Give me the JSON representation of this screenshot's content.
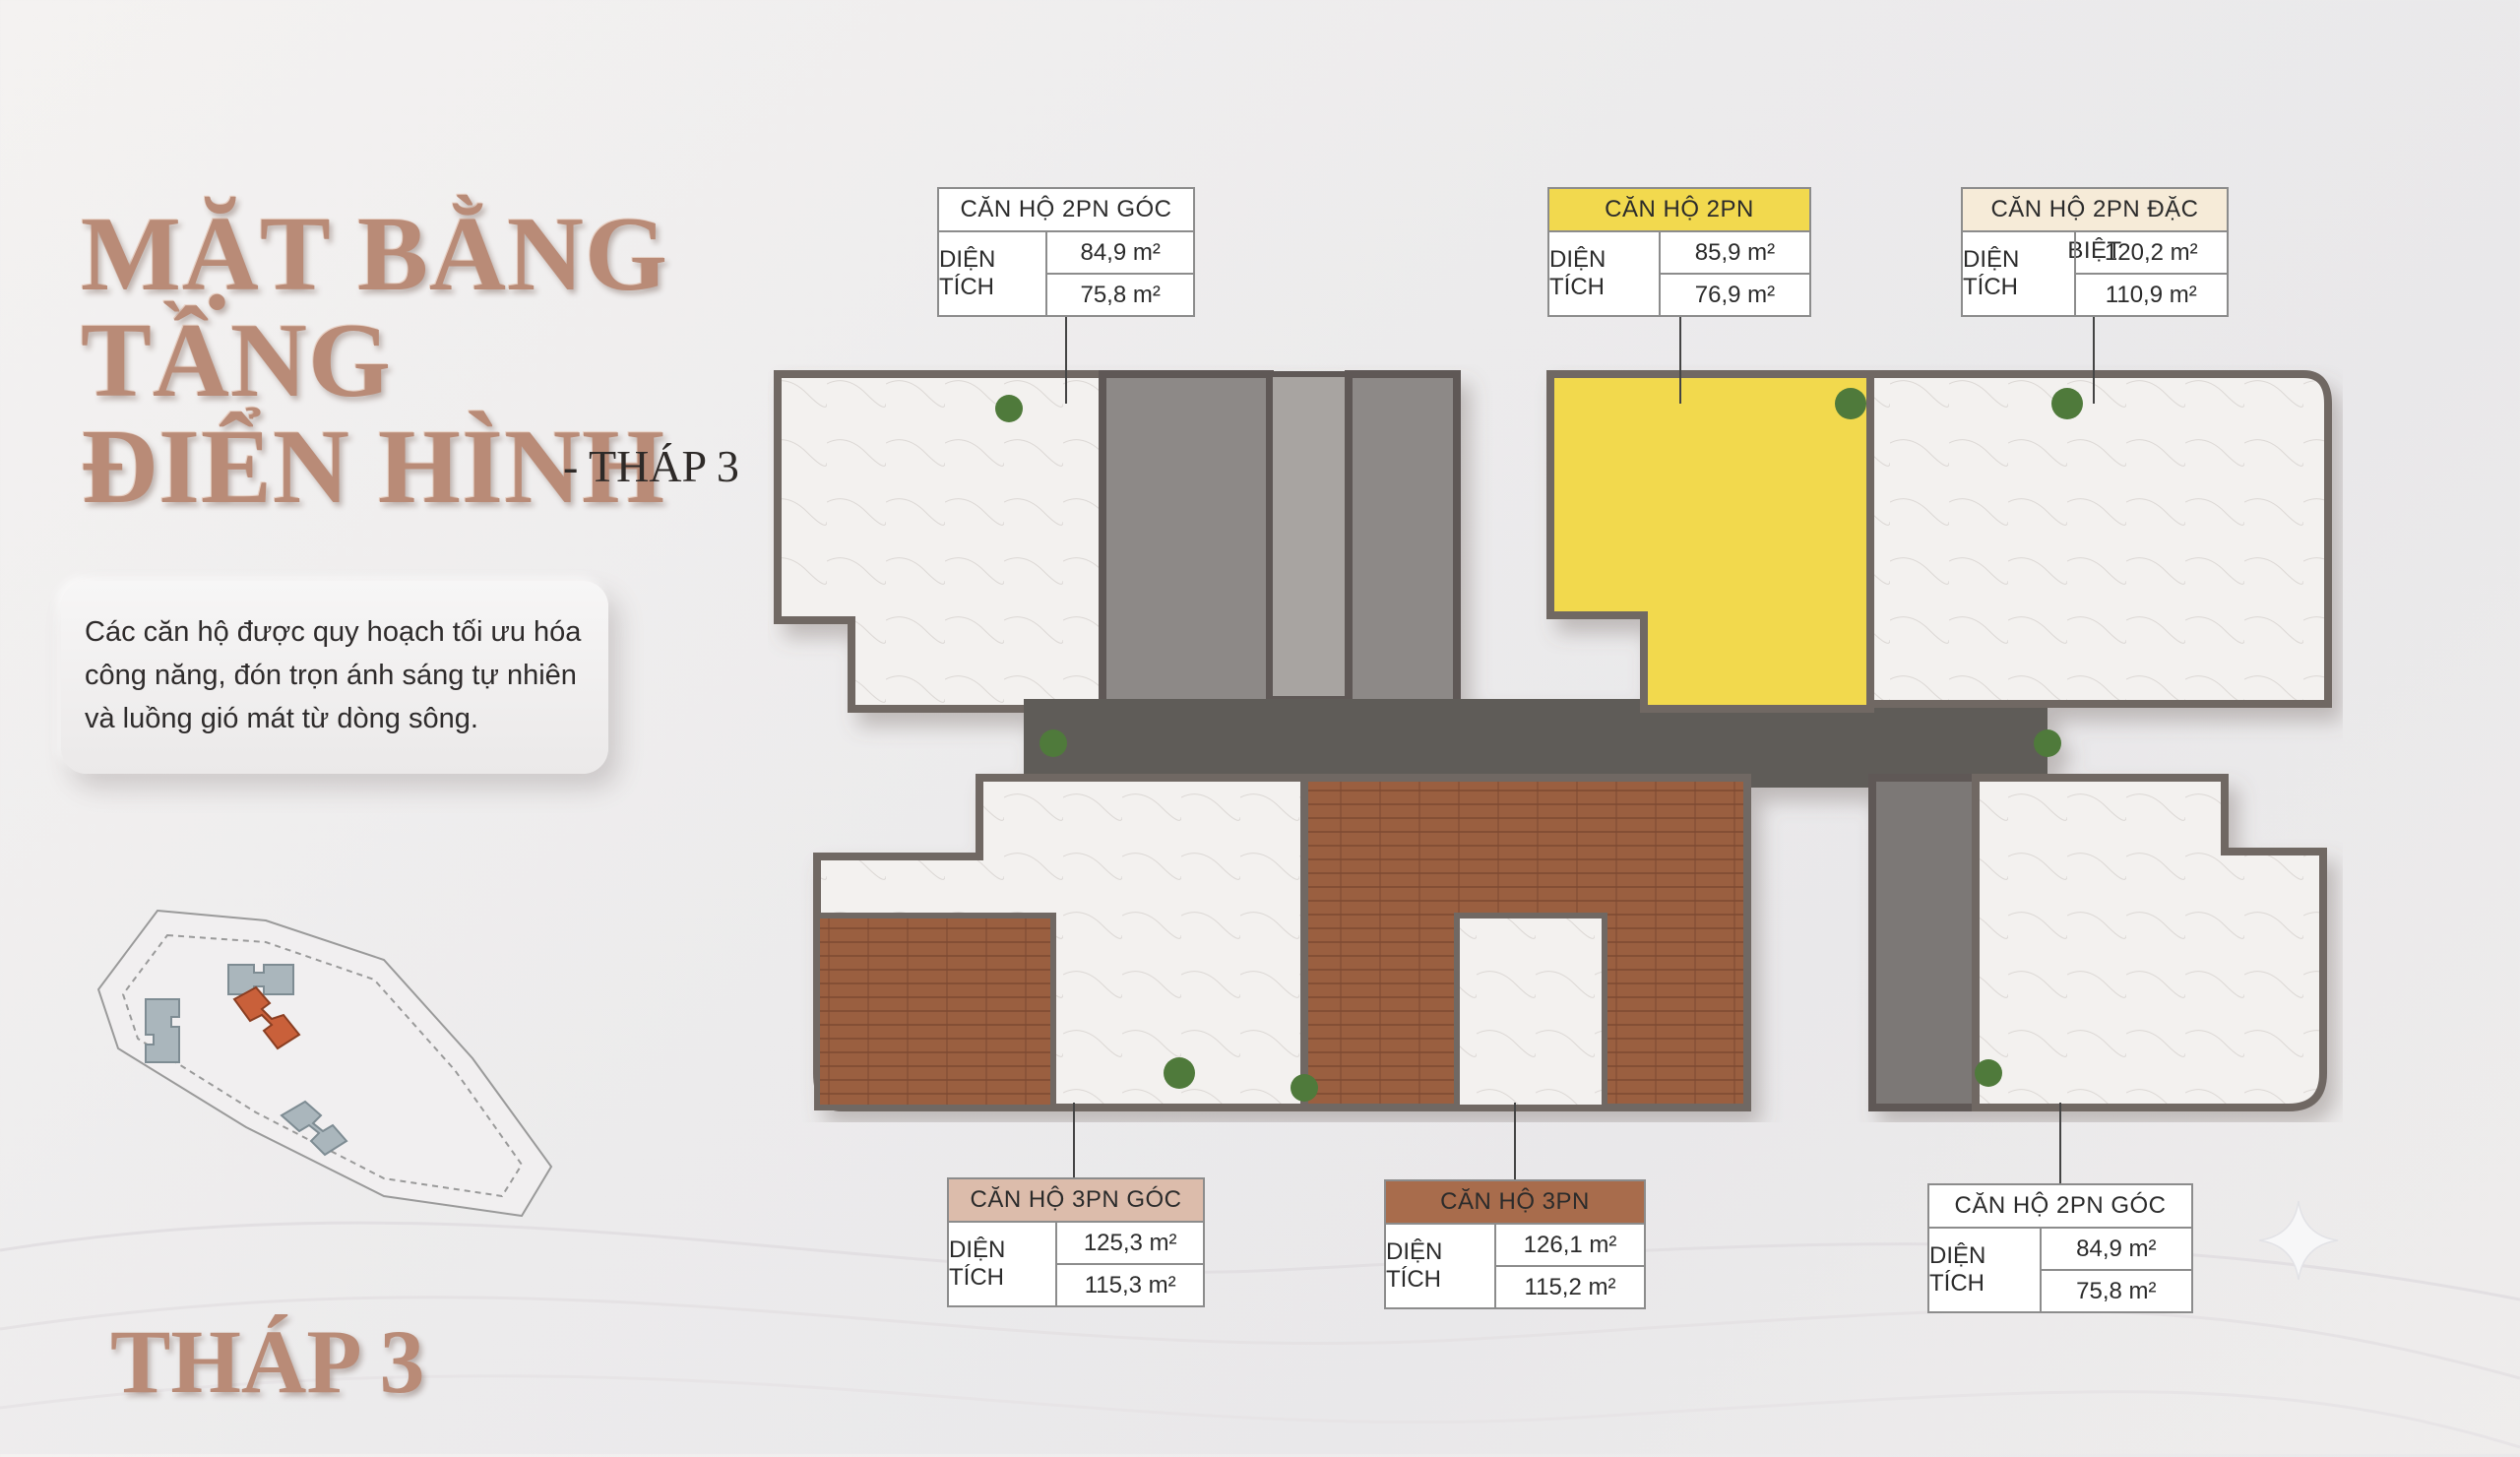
{
  "title": {
    "line1": "MẶT BẰNG",
    "line2": "TẦNG",
    "line3": "ĐIỂN HÌNH",
    "suffix": "- THÁP 3"
  },
  "description": "Các căn hộ được quy hoạch tối ưu hóa công năng, đón trọn ánh sáng tự nhiên và luồng gió mát từ dòng sông.",
  "tower_label": "THÁP 3",
  "colors": {
    "title": "#b98b77",
    "highlight_2pn": "#f2d94e",
    "highlight_3pn": "#a86c4c",
    "highlight_3pn_goc": "#dcbcab",
    "highlight_2pn_dac_biet": "#f6ebd8",
    "active_tower": "#c9603a",
    "other_tower": "#aab6bc"
  },
  "units": [
    {
      "id": "2pn-goc-top",
      "name": "CĂN HỘ 2PN GÓC",
      "area_label": "DIỆN TÍCH",
      "area1": "84,9 m²",
      "area2": "75,8 m²",
      "header_color": "#ffffff"
    },
    {
      "id": "2pn",
      "name": "CĂN HỘ 2PN",
      "area_label": "DIỆN TÍCH",
      "area1": "85,9 m²",
      "area2": "76,9 m²",
      "header_color": "#f2d94e"
    },
    {
      "id": "2pn-dac-biet",
      "name": "CĂN HỘ 2PN ĐẶC BIỆT",
      "area_label": "DIỆN TÍCH",
      "area1": "120,2 m²",
      "area2": "110,9 m²",
      "header_color": "#f6ebd8"
    },
    {
      "id": "3pn-goc",
      "name": "CĂN HỘ 3PN GÓC",
      "area_label": "DIỆN TÍCH",
      "area1": "125,3 m²",
      "area2": "115,3 m²",
      "header_color": "#dcbcab"
    },
    {
      "id": "3pn",
      "name": "CĂN HỘ 3PN",
      "area_label": "DIỆN TÍCH",
      "area1": "126,1 m²",
      "area2": "115,2 m²",
      "header_color": "#a86c4c"
    },
    {
      "id": "2pn-goc-bottom",
      "name": "CĂN HỘ 2PN GÓC",
      "area_label": "DIỆN TÍCH",
      "area1": "84,9 m²",
      "area2": "75,8 m²",
      "header_color": "#ffffff"
    }
  ]
}
